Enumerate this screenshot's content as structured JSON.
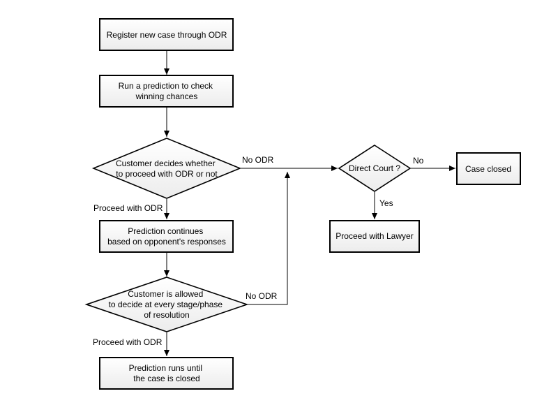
{
  "colors": {
    "box_fill_top": "#ffffff",
    "box_fill_bottom": "#ececec",
    "stroke": "#000000",
    "background": "#ffffff"
  },
  "nodes": {
    "register": {
      "lines": [
        "Register new case through ODR"
      ]
    },
    "run_prediction": {
      "lines": [
        "Run a prediction to check",
        "winning chances"
      ]
    },
    "customer_decides": {
      "lines": [
        "Customer decides whether",
        "to proceed with ODR or not"
      ]
    },
    "prediction_continues": {
      "lines": [
        "Prediction continues",
        "based on opponent's responses"
      ]
    },
    "customer_allowed": {
      "lines": [
        "Customer is allowed",
        "to decide at every stage/phase",
        "of resolution"
      ]
    },
    "prediction_runs": {
      "lines": [
        "Prediction runs until",
        "the case is closed"
      ]
    },
    "direct_court": {
      "lines": [
        "Direct Court ?"
      ]
    },
    "case_closed": {
      "lines": [
        "Case closed"
      ]
    },
    "proceed_lawyer": {
      "lines": [
        "Proceed with Lawyer"
      ]
    }
  },
  "edge_labels": {
    "no_odr_1": "No ODR",
    "no_odr_2": "No ODR",
    "proceed_odr_1": "Proceed with ODR",
    "proceed_odr_2": "Proceed with ODR",
    "court_no": "No",
    "court_yes": "Yes"
  }
}
